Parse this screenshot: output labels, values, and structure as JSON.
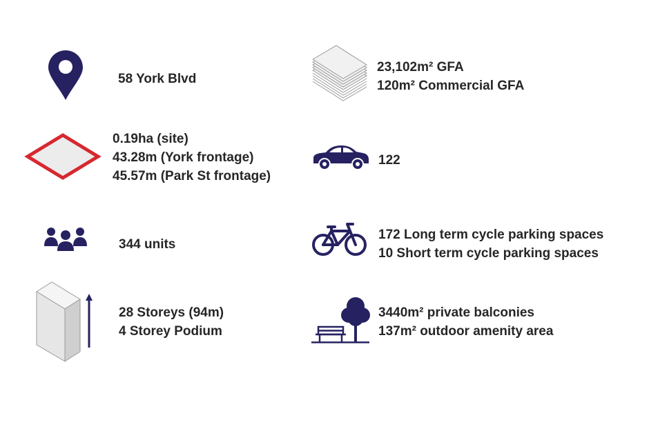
{
  "colors": {
    "navy": "#262261",
    "red": "#d7282f",
    "grey_fill": "#ececec",
    "grey_stroke": "#9a9a9a",
    "text": "#262626"
  },
  "left": {
    "address": {
      "icon": "map-pin-icon",
      "line1": "58 York Blvd"
    },
    "site": {
      "icon": "site-diamond-icon",
      "line1": "0.19ha (site)",
      "line2": "43.28m (York frontage)",
      "line3": "45.57m (Park St frontage)"
    },
    "units": {
      "icon": "people-group-icon",
      "line1": "344 units"
    },
    "height": {
      "icon": "building-height-icon",
      "line1": "28 Storeys (94m)",
      "line2": "4 Storey Podium"
    }
  },
  "right": {
    "gfa": {
      "icon": "floor-stack-icon",
      "line1": "23,102m² GFA",
      "line2": "120m² Commercial GFA"
    },
    "parking": {
      "icon": "car-icon",
      "line1": "122"
    },
    "bikes": {
      "icon": "bicycle-icon",
      "line1": "172 Long term cycle parking spaces",
      "line2": "10 Short term cycle parking spaces"
    },
    "amenity": {
      "icon": "park-bench-tree-icon",
      "line1": "3440m² private balconies",
      "line2": "137m² outdoor amenity area"
    }
  }
}
